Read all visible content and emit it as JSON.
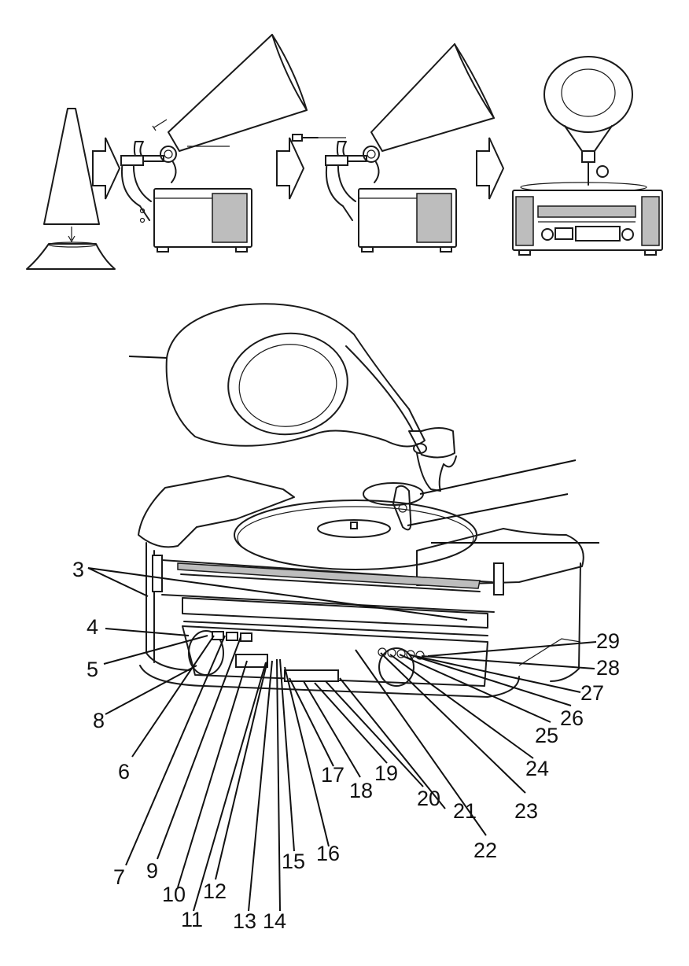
{
  "figure": {
    "callouts": [
      {
        "id": "3",
        "text": "3"
      },
      {
        "id": "4",
        "text": "4"
      },
      {
        "id": "5",
        "text": "5"
      },
      {
        "id": "6",
        "text": "6"
      },
      {
        "id": "7",
        "text": "7"
      },
      {
        "id": "8",
        "text": "8"
      },
      {
        "id": "9",
        "text": "9"
      },
      {
        "id": "10",
        "text": "10"
      },
      {
        "id": "11",
        "text": "11"
      },
      {
        "id": "12",
        "text": "12"
      },
      {
        "id": "13",
        "text": "13"
      },
      {
        "id": "14",
        "text": "14"
      },
      {
        "id": "15",
        "text": "15"
      },
      {
        "id": "16",
        "text": "16"
      },
      {
        "id": "17",
        "text": "17"
      },
      {
        "id": "18",
        "text": "18"
      },
      {
        "id": "19",
        "text": "19"
      },
      {
        "id": "20",
        "text": "20"
      },
      {
        "id": "21",
        "text": "21"
      },
      {
        "id": "22",
        "text": "22"
      },
      {
        "id": "23",
        "text": "23"
      },
      {
        "id": "24",
        "text": "24"
      },
      {
        "id": "25",
        "text": "25"
      },
      {
        "id": "26",
        "text": "26"
      },
      {
        "id": "27",
        "text": "27"
      },
      {
        "id": "28",
        "text": "28"
      },
      {
        "id": "29",
        "text": "29"
      }
    ]
  }
}
